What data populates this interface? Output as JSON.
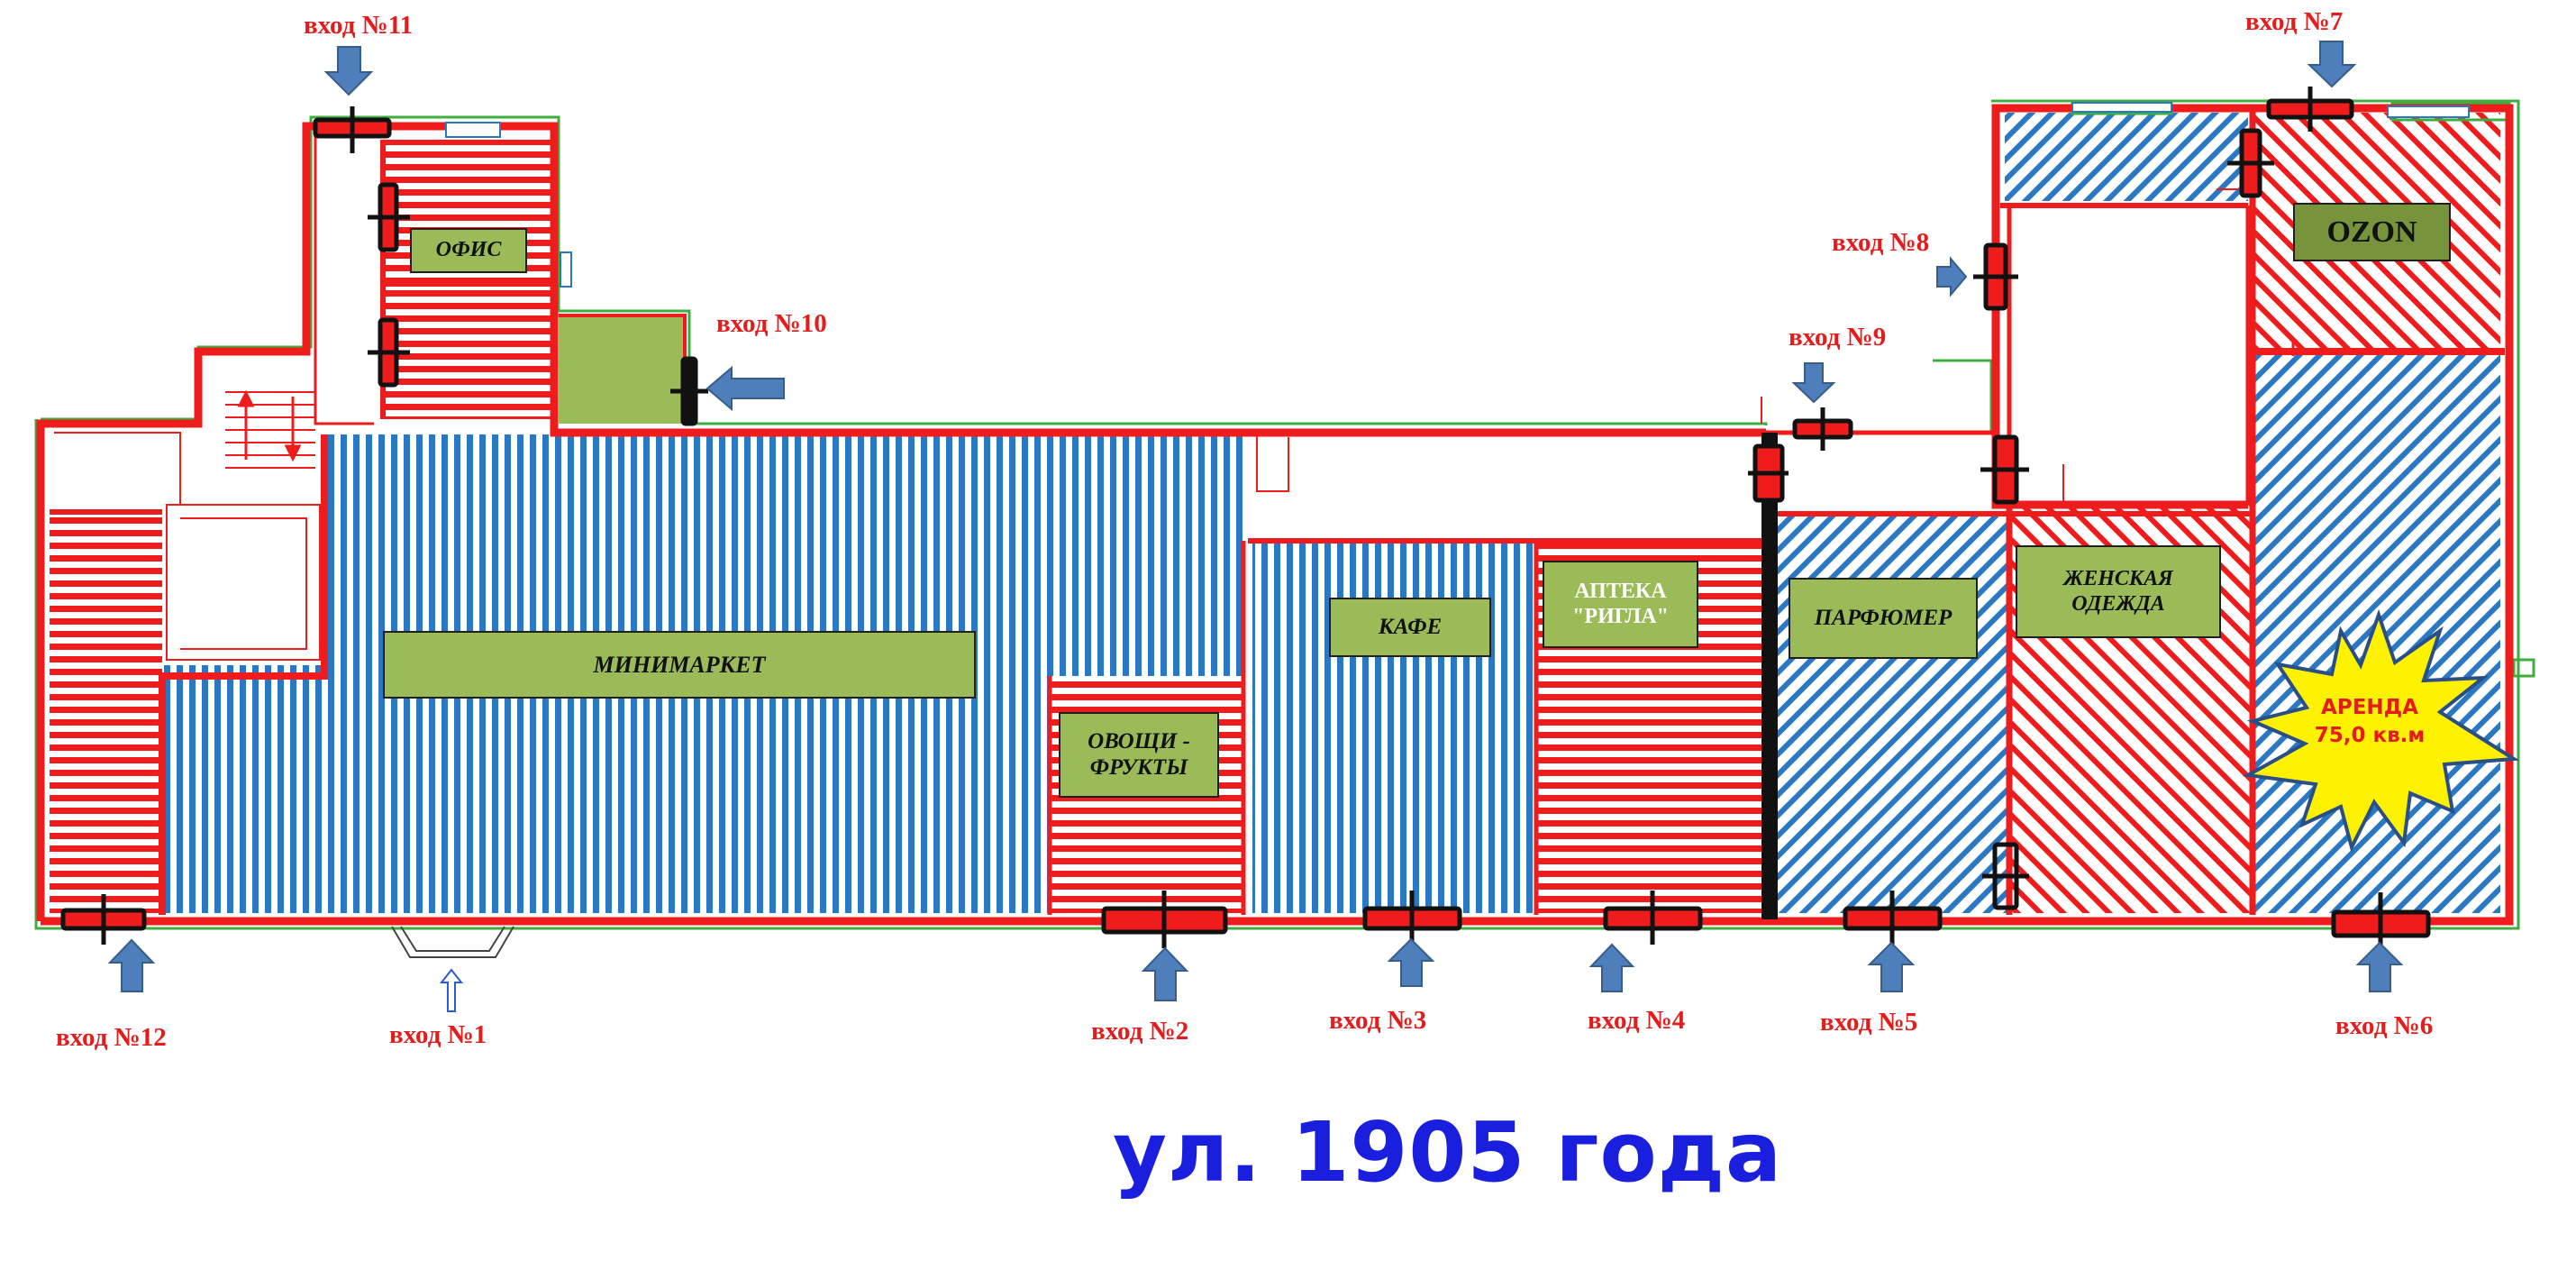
{
  "rooms": {
    "minimarket": "МИНИМАРКЕТ",
    "office": "ОФИС",
    "vegetables": "ОВОЩИ -\nФРУКТЫ",
    "cafe": "КАФЕ",
    "pharmacy": "АПТЕКА\n\"РИГЛА\"",
    "perfumer": "ПАРФЮМЕР",
    "womens_clothing": "ЖЕНСКАЯ\nОДЕЖДА",
    "ozon": "OZON"
  },
  "rent_badge": "АРЕНДА\n75,0 кв.м",
  "street": "ул. 1905 года",
  "entrances": {
    "e1": "вход №1",
    "e2": "вход №2",
    "e3": "вход №3",
    "e4": "вход №4",
    "e5": "вход №5",
    "e6": "вход №6",
    "e7": "вход №7",
    "e8": "вход №8",
    "e9": "вход №9",
    "e10": "вход №10",
    "e11": "вход №11",
    "e12": "вход №12"
  },
  "colors": {
    "wall": "#ee1c1c",
    "blue_hatch": "#2a78c4",
    "red_hatch": "#ee1c1c",
    "label_bg": "#9bbb59",
    "arrow": "#4f7fba",
    "street_text": "#1a1fdd",
    "rent_star": "#fff200"
  }
}
